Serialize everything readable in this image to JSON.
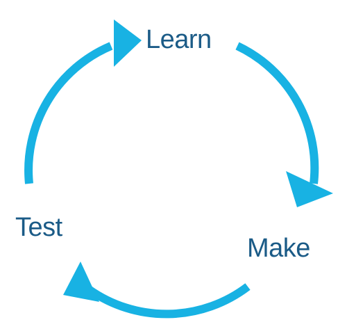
{
  "nodes": [
    {
      "id": "learn",
      "label": "Learn"
    },
    {
      "id": "make",
      "label": "Make"
    },
    {
      "id": "test",
      "label": "Test"
    }
  ],
  "edges": [
    {
      "from": "learn",
      "to": "make"
    },
    {
      "from": "make",
      "to": "test"
    },
    {
      "from": "test",
      "to": "learn"
    }
  ],
  "colors": {
    "arrow": "#18b2e3",
    "label": "#1b5b87",
    "background": "#ffffff"
  }
}
